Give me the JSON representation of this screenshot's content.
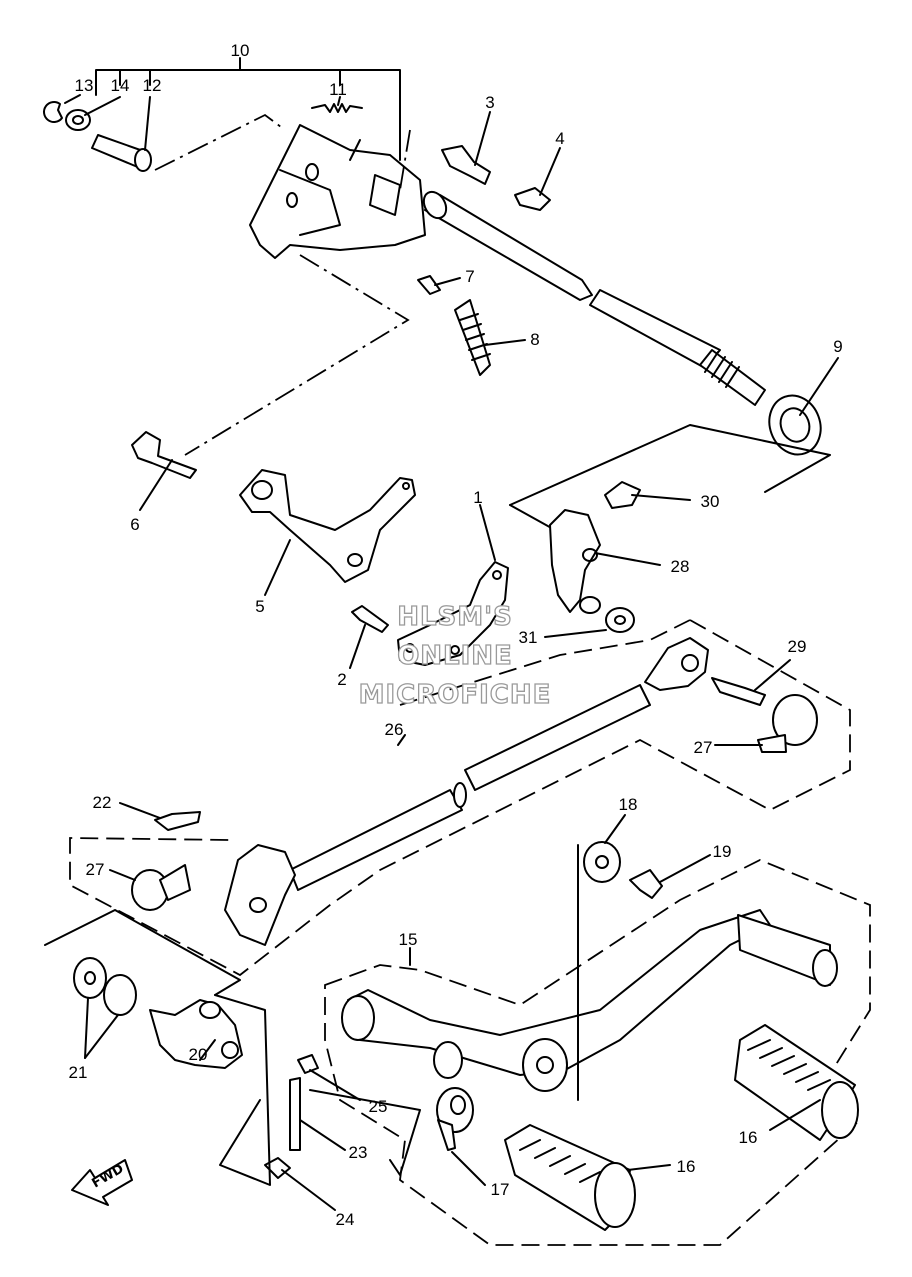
{
  "watermark": [
    "HLSM'S",
    "ONLINE",
    "MICROFICHE"
  ],
  "fwd_label": "FWD",
  "callouts": {
    "c1": "1",
    "c2": "2",
    "c3": "3",
    "c4": "4",
    "c5": "5",
    "c6": "6",
    "c7": "7",
    "c8": "8",
    "c9": "9",
    "c10": "10",
    "c11": "11",
    "c12": "12",
    "c13": "13",
    "c14": "14",
    "c15": "15",
    "c16a": "16",
    "c16b": "16",
    "c17": "17",
    "c18": "18",
    "c19": "19",
    "c20": "20",
    "c21": "21",
    "c22": "22",
    "c23": "23",
    "c24": "24",
    "c25": "25",
    "c26": "26",
    "c27a": "27",
    "c27b": "27",
    "c28": "28",
    "c29": "29",
    "c30": "30",
    "c31": "31"
  }
}
